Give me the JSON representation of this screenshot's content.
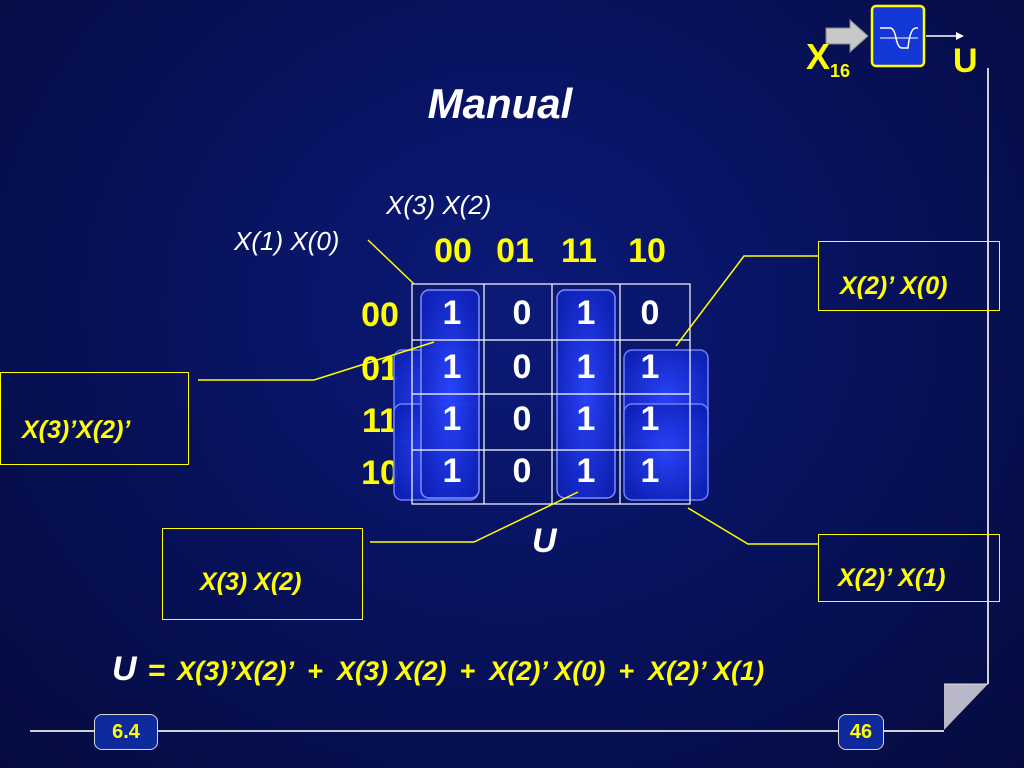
{
  "header": {
    "input_symbol": "X",
    "input_subscript": "16",
    "output_symbol": "U"
  },
  "title": "Manual",
  "kmap": {
    "column_variables": "X(3) X(2)",
    "row_variables": "X(1) X(0)",
    "columns": [
      "00",
      "01",
      "11",
      "10"
    ],
    "rows": [
      "00",
      "01",
      "11",
      "10"
    ],
    "values": [
      [
        "1",
        "0",
        "1",
        "0"
      ],
      [
        "1",
        "0",
        "1",
        "1"
      ],
      [
        "1",
        "0",
        "1",
        "1"
      ],
      [
        "1",
        "0",
        "1",
        "1"
      ]
    ],
    "output_label": "U"
  },
  "labels": {
    "x3n_x2n": "X(3)’X(2)’",
    "x3_x2": "X(3) X(2)",
    "x2n_x0": "X(2)’ X(0)",
    "x2n_x1": "X(2)’ X(1)"
  },
  "equation": {
    "lhs": "U",
    "eq": "=",
    "t1": "X(3)’X(2)’",
    "t2": "X(3) X(2)",
    "t3": "X(2)’ X(0)",
    "t4": "X(2)’ X(1)",
    "plus": "+"
  },
  "footer": {
    "section": "6.4",
    "page": "46"
  },
  "colors": {
    "background": "#081361",
    "accent": "#ffff00",
    "group_fill": "#1a2fe0"
  }
}
